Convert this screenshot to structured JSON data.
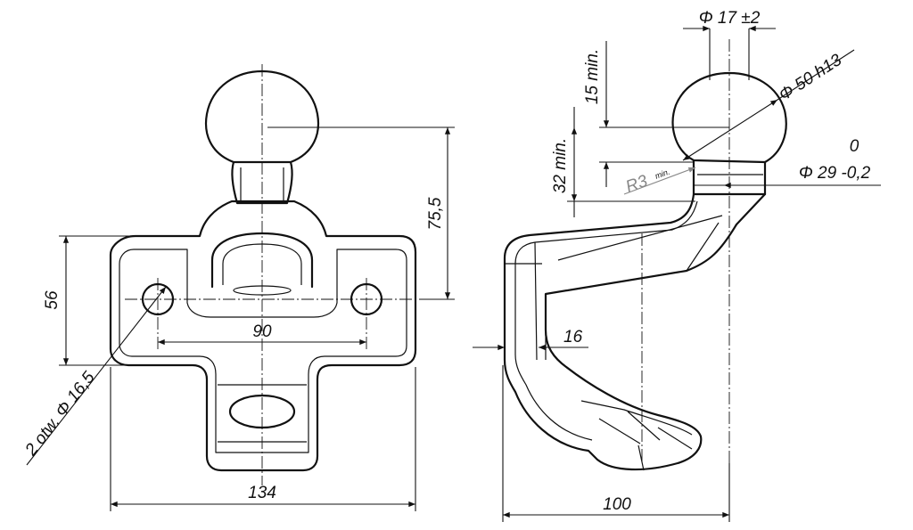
{
  "drawing": {
    "front_view": {
      "width_label": "134",
      "height_label": "56",
      "hole_spacing_label": "90",
      "ball_height_label": "75,5",
      "holes_label": "2 otw. Φ 16,5"
    },
    "side_view": {
      "depth_label": "100",
      "thickness_label": "16",
      "neck_dia_label": "Φ 17 ±2",
      "ball_dia_label": "Φ 50 h13",
      "min_length_label": "15 min.",
      "min_height_label": "32 min.",
      "radius_label": "R3",
      "radius_suffix": "min.",
      "collar_upper_tol": "0",
      "collar_dia_label": "Φ 29 -0,2"
    }
  }
}
